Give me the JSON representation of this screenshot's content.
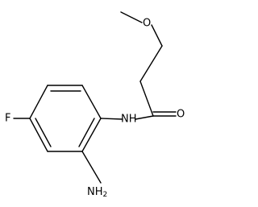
{
  "molecule": {
    "atoms": {
      "oxygen_ether": "O",
      "oxygen_carbonyl": "O",
      "amide_nh": "NH",
      "amine_n": "NH",
      "amine_subscript": "2",
      "fluorine": "F"
    }
  }
}
